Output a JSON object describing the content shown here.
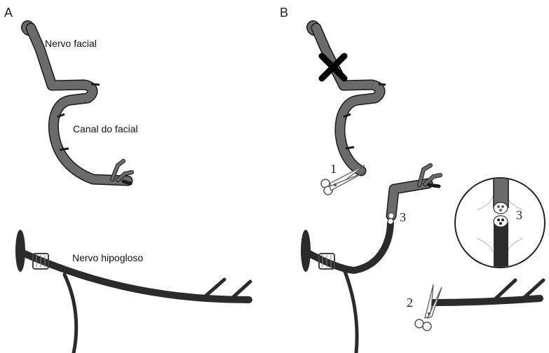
{
  "panels": {
    "a": {
      "letter": "A"
    },
    "b": {
      "letter": "B"
    }
  },
  "labels": {
    "facial_nerve": "Nervo facial",
    "facial_canal": "Canal do facial",
    "hypoglossal_nerve": "Nervo hipogloso"
  },
  "steps": {
    "cut_facial": "1",
    "cut_hypoglossal": "2",
    "anastomosis": "3",
    "anastomosis_zoom": "3"
  },
  "colors": {
    "facial_nerve": "#6b6b6b",
    "hypoglossal_nerve": "#2b2b2b",
    "outline": "#1a1a1a"
  }
}
